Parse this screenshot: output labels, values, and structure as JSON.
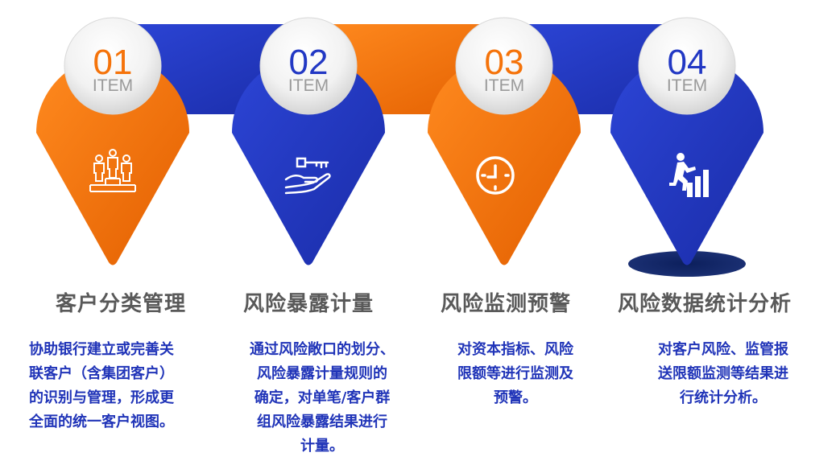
{
  "colors": {
    "orange": "#f5730a",
    "blue": "#2238c4",
    "title_gray": "#595959",
    "desc_blue": "#2034b8",
    "badge_gray": "#9a9a9a"
  },
  "items": [
    {
      "number": "01",
      "item_label": "ITEM",
      "color": "orange",
      "icon": "people-podium-icon",
      "title": "客户分类管理",
      "desc_lines": [
        "协助银行建立或完善关",
        "联客户（含集团客户）",
        "的识别与管理，形成更",
        "全面的统一客户视图。"
      ]
    },
    {
      "number": "02",
      "item_label": "ITEM",
      "color": "blue",
      "icon": "key-hand-icon",
      "title": "风险暴露计量",
      "desc_lines": [
        "通过风险敞口的划分、",
        "风险暴露计量规则的",
        "确定，对单笔/客户群",
        "组风险暴露结果进行",
        "计量。"
      ]
    },
    {
      "number": "03",
      "item_label": "ITEM",
      "color": "orange",
      "icon": "clock-icon",
      "title": "风险监测预警",
      "desc_lines": [
        "对资本指标、风险",
        "限额等进行监测及",
        "预警。"
      ]
    },
    {
      "number": "04",
      "item_label": "ITEM",
      "color": "blue",
      "icon": "climbing-stairs-icon",
      "title": "风险数据统计分析",
      "desc_lines": [
        "对客户风险、监管报",
        "送限额监测等结果进",
        "行统计分析。"
      ]
    }
  ]
}
